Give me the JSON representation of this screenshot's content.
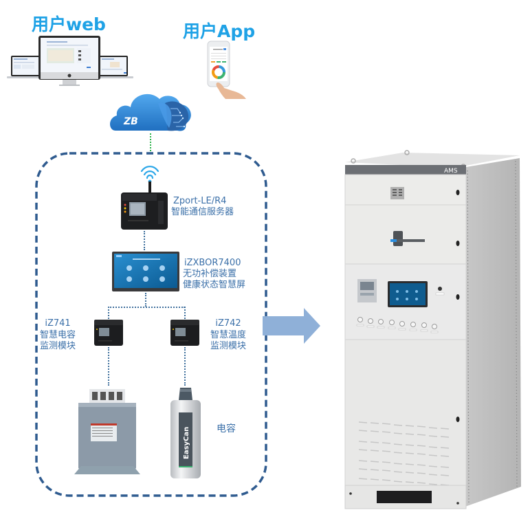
{
  "header": {
    "web_title": "用户web",
    "app_title": "用户App"
  },
  "cloud": {
    "logo_text": "ZB",
    "color": "#2f86d6"
  },
  "devices": {
    "gateway": {
      "model": "Zport-LE/R4",
      "desc": "智能通信服务器"
    },
    "screen": {
      "model": "iZXBOR7400",
      "desc_line1": "无功补偿装置",
      "desc_line2": "健康状态智慧屏"
    },
    "module_left": {
      "model": "iZ741",
      "desc_line1": "智慧电容",
      "desc_line2": "监测模块"
    },
    "module_right": {
      "model": "iZ742",
      "desc_line1": "智慧温度",
      "desc_line2": "监测模块"
    },
    "capacitor": {
      "label": "电容",
      "brand_text": "EasyCan"
    }
  },
  "cabinet": {
    "brand": "AMS"
  },
  "colors": {
    "title_blue": "#1fa2e6",
    "label_blue": "#3a6fa8",
    "frame_dash": "#2f5b8f",
    "arrow": "#8fb0d8",
    "connector_green": "#2bb34a"
  }
}
